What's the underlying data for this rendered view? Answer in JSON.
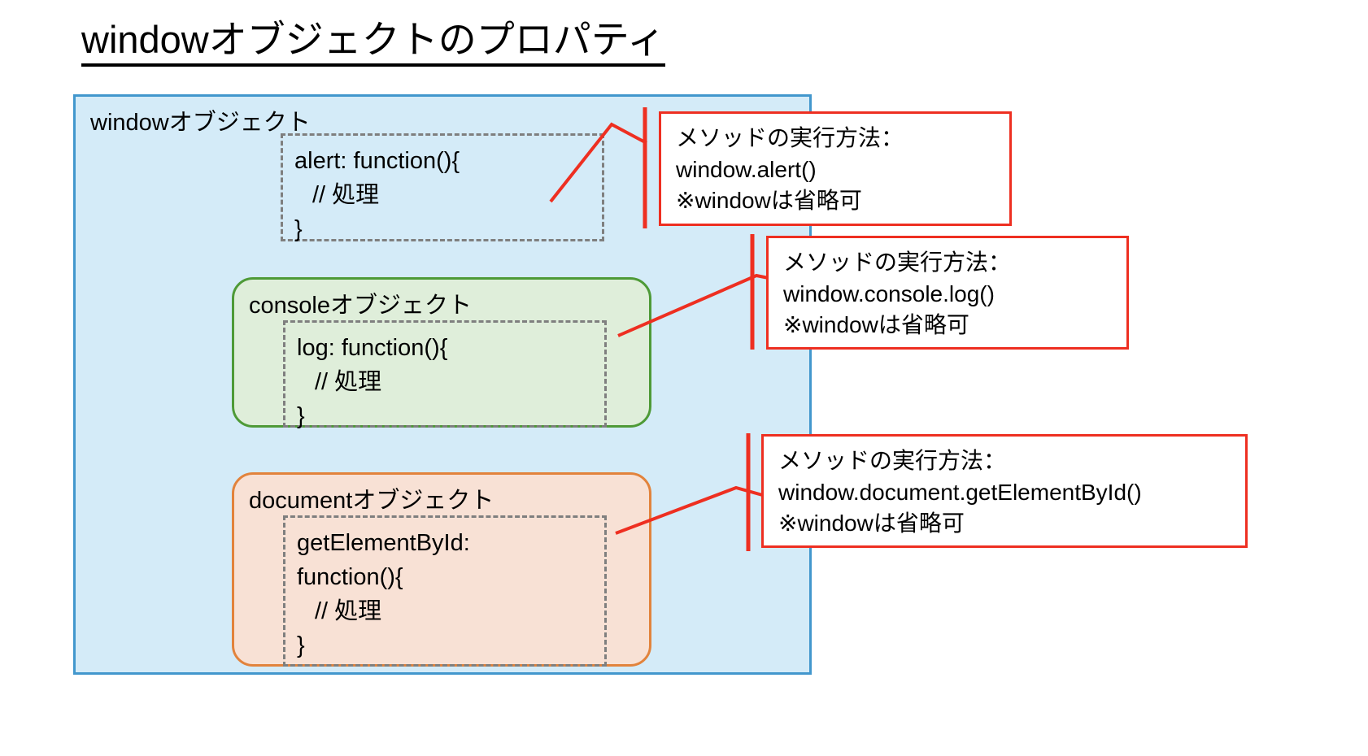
{
  "title": "windowオブジェクトのプロパティ",
  "window_object": {
    "label": "windowオブジェクト",
    "fill_color": "#d4ebf8",
    "border_color": "#4297cd",
    "alert_code": {
      "line1": "alert: function(){",
      "line2": "// 処理",
      "line3": "}"
    }
  },
  "console_object": {
    "label": "consoleオブジェクト",
    "fill_color": "#dfeeda",
    "border_color": "#4e9a37",
    "log_code": {
      "line1": "log: function(){",
      "line2": "// 処理",
      "line3": "}"
    }
  },
  "document_object": {
    "label": "documentオブジェクト",
    "fill_color": "#f8e1d5",
    "border_color": "#e2833c",
    "getelementbyid_code": {
      "line1": "getElementById:",
      "line2": "function(){",
      "line3": "// 処理",
      "line4": "}"
    }
  },
  "callouts": {
    "accent_color": "#ee2f21",
    "alert": {
      "line1": "メソッドの実行方法：",
      "line2": "window.alert()",
      "line3": "※windowは省略可"
    },
    "console": {
      "line1": "メソッドの実行方法：",
      "line2": "window.console.log()",
      "line3": "※windowは省略可"
    },
    "document": {
      "line1": "メソッドの実行方法：",
      "line2": "window.document.getElementById()",
      "line3": "※windowは省略可"
    }
  }
}
